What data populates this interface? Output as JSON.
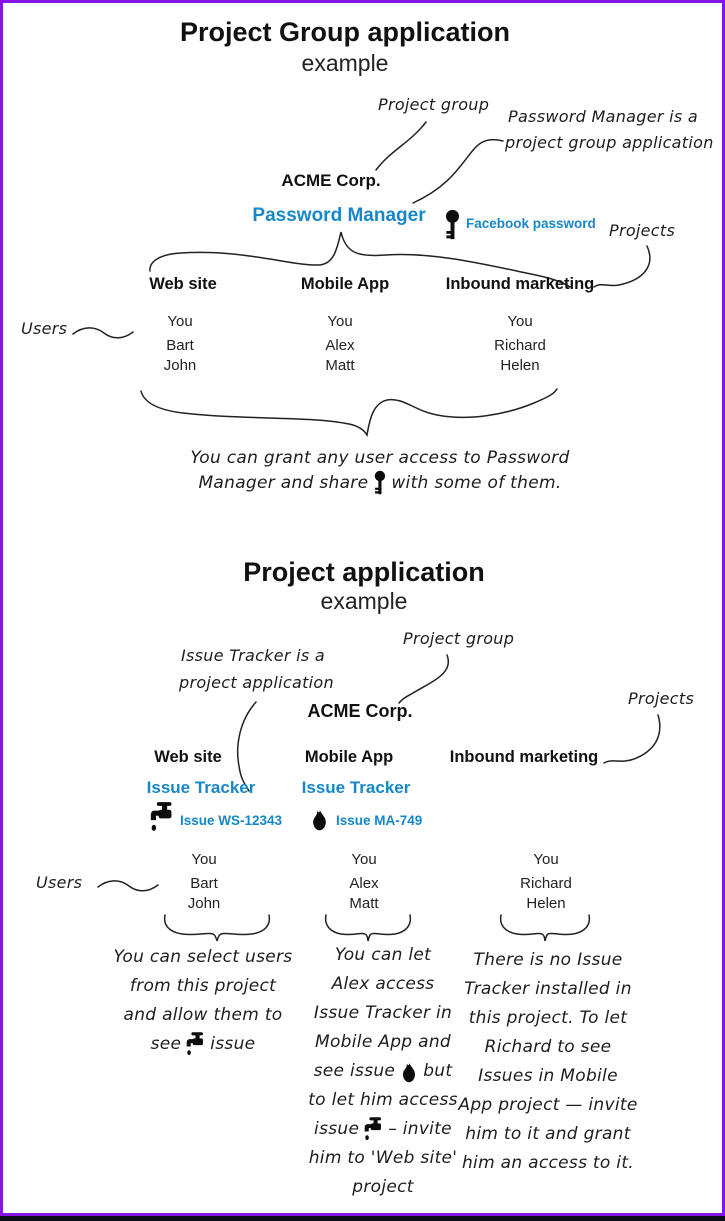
{
  "colors": {
    "accent_blue": "#1787c9",
    "border_purple": "#8514e8",
    "bottom_bar": "#0d0d1a",
    "ink": "#1d1d1d"
  },
  "icons": {
    "key": "key-icon",
    "faucet": "faucet-icon",
    "flame": "flame-icon"
  },
  "section1": {
    "title": "Project Group application",
    "subtitle": "example",
    "annotations": {
      "project_group": "Project group",
      "pm_line1": "Password Manager is a",
      "pm_line2": "project group application",
      "projects": "Projects",
      "users": "Users"
    },
    "org": "ACME Corp.",
    "app": "Password Manager",
    "shared_item": "Facebook password",
    "projects": [
      {
        "name": "Web site",
        "users": [
          "You",
          "Bart",
          "John"
        ]
      },
      {
        "name": "Mobile App",
        "users": [
          "You",
          "Alex",
          "Matt"
        ]
      },
      {
        "name": "Inbound marketing",
        "users": [
          "You",
          "Richard",
          "Helen"
        ]
      }
    ],
    "caption": {
      "line1": "You can grant any user access to Password",
      "line2_pre": "Manager and share",
      "line2_post": "with some of them."
    }
  },
  "section2": {
    "title": "Project application",
    "subtitle": "example",
    "annotations": {
      "it_line1": "Issue Tracker is a",
      "it_line2": "project application",
      "project_group": "Project group",
      "projects": "Projects",
      "users": "Users"
    },
    "org": "ACME Corp.",
    "projects": [
      {
        "name": "Web site",
        "app": "Issue Tracker",
        "issue": "Issue WS-12343",
        "users": [
          "You",
          "Bart",
          "John"
        ]
      },
      {
        "name": "Mobile App",
        "app": "Issue Tracker",
        "issue": "Issue MA-749",
        "users": [
          "You",
          "Alex",
          "Matt"
        ]
      },
      {
        "name": "Inbound marketing",
        "users": [
          "You",
          "Richard",
          "Helen"
        ]
      }
    ],
    "captions": {
      "col1": {
        "l1": "You can select users",
        "l2": "from this project",
        "l3": "and allow them to",
        "l4_pre": "see",
        "l4_post": "issue"
      },
      "col2": {
        "l1": "You can let",
        "l2": "Alex access",
        "l3": "Issue Tracker in",
        "l4": "Mobile App and",
        "l5_pre": "see issue",
        "l5_post": "but",
        "l6": "to let him access",
        "l7_pre": "issue",
        "l7_post": "– invite",
        "l8": "him to 'Web site'",
        "l9": "project"
      },
      "col3": {
        "l1": "There is no Issue",
        "l2": "Tracker installed in",
        "l3": "this project. To let",
        "l4": "Richard to see",
        "l5": "Issues in Mobile",
        "l6": "App project — invite",
        "l7": "him to it and grant",
        "l8": "him an access to it."
      }
    }
  }
}
